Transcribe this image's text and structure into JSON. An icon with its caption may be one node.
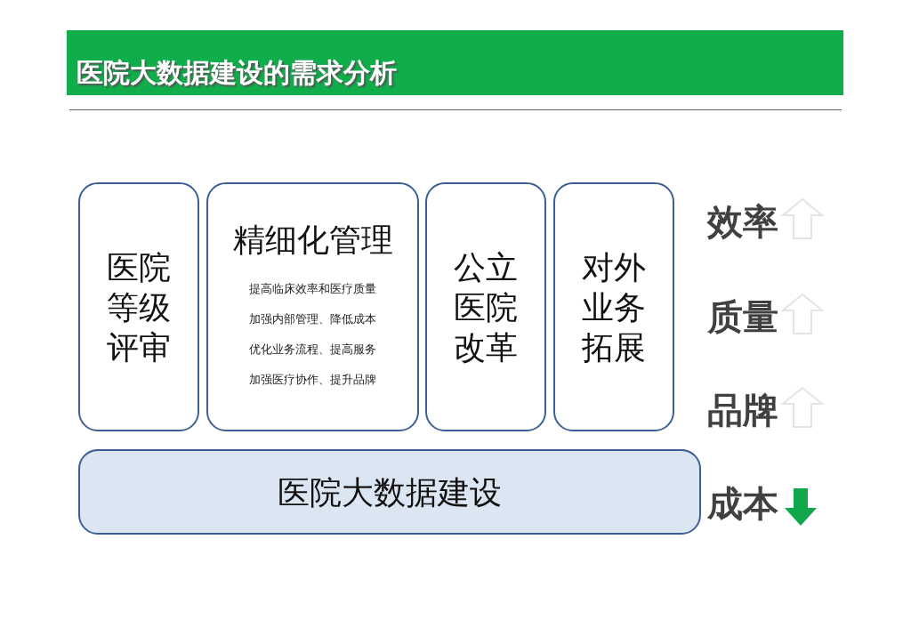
{
  "diagram": {
    "title": "医院大数据建设的需求分析",
    "nodes": [
      {
        "text": [
          "医院等级评审"
        ]
      },
      {
        "text": [
          "精细化管理",
          "提高临床效率和医疗质量",
          "加强内部管理、降低成本",
          "优化业务流程、提高服务",
          "加强医疗协作、提升品牌"
        ]
      },
      {
        "text": [
          "公立医院改革"
        ]
      },
      {
        "text": [
          "对外业务拓展"
        ]
      },
      {
        "text": [
          "医院大数据建设"
        ]
      }
    ],
    "labels": [
      "效率",
      "质量",
      "品牌",
      "成本"
    ]
  }
}
